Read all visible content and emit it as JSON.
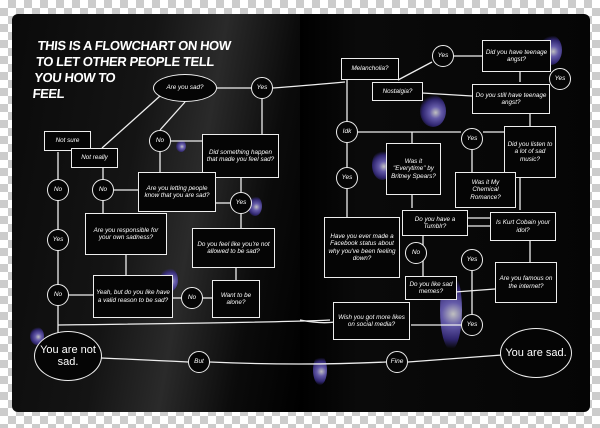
{
  "title": "THIS IS A FLOWCHART ON HOW TO LET OTHER PEOPLE TELL YOU HOW TO FEEL",
  "nodes": {
    "are_you_sad": "Are you sad?",
    "yes1": "Yes",
    "not_sure": "Not sure",
    "not_really": "Not really",
    "no1": "No",
    "did_something": "Did something happen that made you feel sad?",
    "no2": "No",
    "no3": "No",
    "letting_people_know": "Are you letting people know that you are sad?",
    "yes2": "Yes",
    "responsible": "Are you responsible for your own sadness?",
    "yes3": "Yes",
    "not_allowed": "Do you feel like you're not allowed to be sad?",
    "no4": "No",
    "valid_reason": "Yeah, but do you like have a valid reason to be sad?",
    "no5": "No",
    "want_alone": "Want to be alone?",
    "not_sad": "You are not sad.",
    "but": "But",
    "fine": "Fine",
    "sad": "You are sad.",
    "melancholia": "Melancholia?",
    "nostalgia": "Nostalgia?",
    "yes4": "Yes",
    "teen_angst": "Did you have teenage angst?",
    "yes5": "Yes",
    "still_angst": "Do you still have teenage angst?",
    "idk": "Idk",
    "yes6": "Yes",
    "everytime": "Was it \"Everytime\" by Britney Spears?",
    "sad_music": "Did you listen to a lot of sad music?",
    "yes7": "Yes",
    "mcr": "Was it My Chemical Romance?",
    "facebook": "Have you ever made a Facebook status about why you've been feeling down?",
    "tumblr": "Do you have a Tumblr?",
    "no6": "No",
    "cobain": "Is Kurt Cobain your idol?",
    "yes8": "Yes",
    "memes": "Do you like sad memes?",
    "famous": "Are you famous on the internet?",
    "likes": "Wish you got more likes on social media?",
    "yes9": "Yes"
  },
  "colors": {
    "page": "#050505",
    "ink": "#eeeeee",
    "bubble": "#5a4fc0"
  }
}
